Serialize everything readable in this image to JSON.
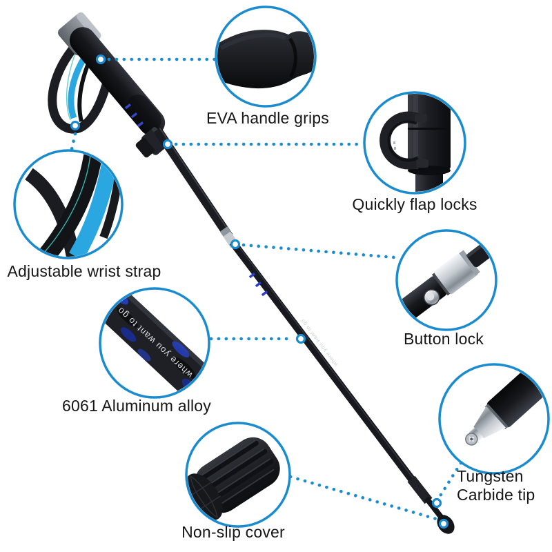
{
  "callouts": [
    {
      "name": "eva-handle-grips",
      "label": "EVA handle grips"
    },
    {
      "name": "quickly-flap-locks",
      "label": "Quickly flap locks"
    },
    {
      "name": "adjustable-wrist-strap",
      "label": "Adjustable wrist strap"
    },
    {
      "name": "button-lock",
      "label": "Button lock"
    },
    {
      "name": "aluminum-alloy",
      "label": "6061 Aluminum alloy"
    },
    {
      "name": "tungsten-carbide-tip",
      "label": "Tungsten Carbide tip",
      "line1": "Tungsten",
      "line2": "Carbide tip"
    },
    {
      "name": "non-slip-cover",
      "label": "Non-slip cover"
    }
  ],
  "pole_print": {
    "shaft_text": "where you want to go"
  },
  "colors": {
    "accent_blue": "#1b8bd0",
    "strap_blue": "#2aa7e0",
    "pole_black": "#17181c",
    "silver": "#c3c9cf",
    "label_text": "#161616",
    "background": "#ffffff"
  }
}
